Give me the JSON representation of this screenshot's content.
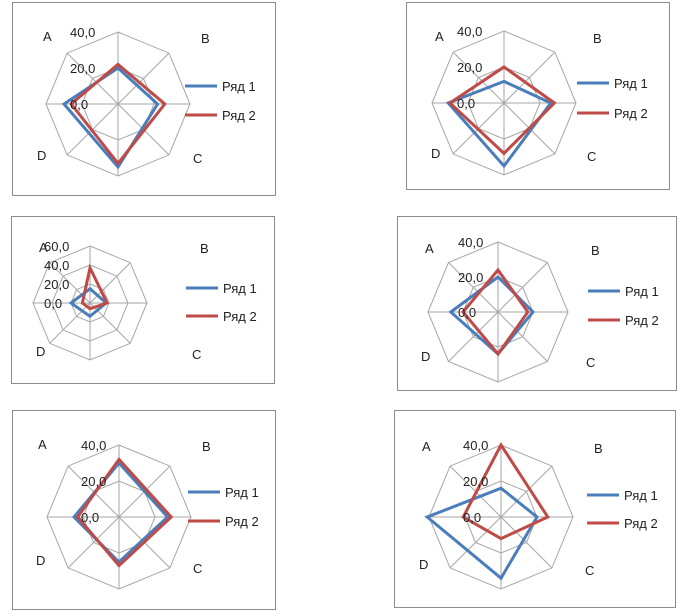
{
  "colors": {
    "series1": "#4a7ebb",
    "series2": "#be4b48",
    "grid": "#a6a6a6",
    "border": "#8c8c8c"
  },
  "chart_data": [
    {
      "type": "radar",
      "categories": [
        "A",
        "B",
        "C",
        "D"
      ],
      "tick_labels": [
        "0,0",
        "20,0",
        "40,0"
      ],
      "ylim": [
        0,
        40
      ],
      "legend_position": "right",
      "series": [
        {
          "name": "Ряд 1",
          "values": [
            20,
            22,
            35,
            30
          ]
        },
        {
          "name": "Ряд 2",
          "values": [
            22,
            26,
            33,
            26
          ]
        }
      ]
    },
    {
      "type": "radar",
      "categories": [
        "A",
        "B",
        "C",
        "D"
      ],
      "tick_labels": [
        "0,0",
        "20,0",
        "40,0"
      ],
      "ylim": [
        0,
        40
      ],
      "legend_position": "right",
      "series": [
        {
          "name": "Ряд 1",
          "values": [
            12,
            26,
            35,
            31
          ]
        },
        {
          "name": "Ряд 2",
          "values": [
            20,
            28,
            28,
            30
          ]
        }
      ]
    },
    {
      "type": "radar",
      "categories": [
        "A",
        "B",
        "C",
        "D"
      ],
      "tick_labels": [
        "0,0",
        "20,0",
        "40,0",
        "60,0"
      ],
      "ylim": [
        0,
        60
      ],
      "legend_position": "right",
      "series": [
        {
          "name": "Ряд 1",
          "values": [
            15,
            17,
            14,
            20
          ]
        },
        {
          "name": "Ряд 2",
          "values": [
            37,
            18,
            6,
            8
          ]
        }
      ]
    },
    {
      "type": "radar",
      "categories": [
        "A",
        "B",
        "C",
        "D"
      ],
      "tick_labels": [
        "0,0",
        "20,0",
        "40,0"
      ],
      "ylim": [
        0,
        40
      ],
      "legend_position": "right",
      "series": [
        {
          "name": "Ряд 1",
          "values": [
            20,
            20,
            24,
            27
          ]
        },
        {
          "name": "Ряд 2",
          "values": [
            24,
            17,
            24,
            20
          ]
        }
      ]
    },
    {
      "type": "radar",
      "categories": [
        "A",
        "B",
        "C",
        "D"
      ],
      "tick_labels": [
        "0,0",
        "20,0",
        "40,0"
      ],
      "ylim": [
        0,
        40
      ],
      "legend_position": "right",
      "series": [
        {
          "name": "Ряд 1",
          "values": [
            30,
            27,
            25,
            25
          ]
        },
        {
          "name": "Ряд 2",
          "values": [
            32,
            29,
            27,
            23
          ]
        }
      ]
    },
    {
      "type": "radar",
      "categories": [
        "A",
        "B",
        "C",
        "D"
      ],
      "tick_labels": [
        "0,0",
        "20,0",
        "40,0"
      ],
      "ylim": [
        0,
        40
      ],
      "legend_position": "right",
      "series": [
        {
          "name": "Ряд 1",
          "values": [
            16,
            20,
            34,
            41
          ]
        },
        {
          "name": "Ряд 2",
          "values": [
            40,
            26,
            12,
            21
          ]
        }
      ]
    }
  ]
}
